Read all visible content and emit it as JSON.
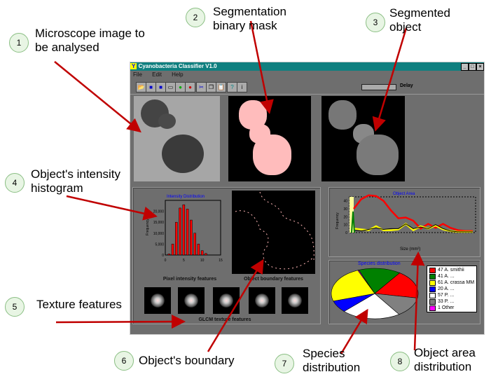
{
  "annotations": [
    {
      "num": "1",
      "text": "Microscope image to be analysed"
    },
    {
      "num": "2",
      "text": "Segmentation binary mask"
    },
    {
      "num": "3",
      "text": "Segmented object"
    },
    {
      "num": "4",
      "text": "Object's intensity histogram"
    },
    {
      "num": "5",
      "text": "Texture features"
    },
    {
      "num": "6",
      "text": "Object's boundary"
    },
    {
      "num": "7",
      "text": "Species distribution"
    },
    {
      "num": "8",
      "text": "Object area distribution"
    }
  ],
  "window": {
    "title": "Cyanobacteria Classifier V1.0",
    "menu": [
      "File",
      "Edit",
      "Help"
    ],
    "delay_label": "Delay"
  },
  "panels": {
    "intensity_caption": "Pixel intensity features",
    "boundary_caption": "Object boundary features",
    "glcm_caption": "GLCM texture features"
  },
  "histogram": {
    "title": "Intensity Distribution",
    "ylabel": "Frequency",
    "yticks": [
      "0",
      "5,000",
      "10,000",
      "15,000",
      "20,000"
    ],
    "xticks": [
      "0",
      "5",
      "10",
      "15"
    ],
    "x": [
      1,
      2,
      3,
      4,
      5,
      6,
      7,
      8,
      9,
      10,
      11
    ],
    "values": [
      500,
      5000,
      15000,
      21500,
      23000,
      21000,
      16000,
      10000,
      5000,
      2000,
      700
    ]
  },
  "area_chart": {
    "title": "Object Area",
    "ylabel": "Frequency",
    "xlabel": "Size (mm²)",
    "yticks": [
      "0",
      "10",
      "20",
      "30",
      "40"
    ],
    "series": [
      {
        "name": "red",
        "color": "#ff0000",
        "values": [
          30,
          42,
          47,
          46,
          40,
          28,
          18,
          19,
          15,
          5,
          11,
          6,
          11,
          6,
          3,
          2,
          2
        ]
      },
      {
        "name": "yellow",
        "color": "#ffff00",
        "values": [
          5,
          4,
          3,
          8,
          3,
          3,
          4,
          11,
          3,
          8,
          5,
          9,
          4,
          2,
          1,
          1,
          1
        ]
      },
      {
        "name": "black",
        "color": "#000000",
        "values": [
          3,
          2,
          4,
          6,
          4,
          5,
          5,
          11,
          5,
          7,
          5,
          10,
          5,
          2,
          1,
          1,
          1
        ]
      }
    ]
  },
  "species": {
    "title": "Species distribution",
    "legend": [
      "47 A. smithii",
      "41 A. ...",
      "61 A. crassa MM",
      "20 A. ...",
      "57 P. ...",
      "33 P. ...",
      "1 Other"
    ],
    "values": [
      47,
      41,
      61,
      20,
      57,
      33,
      1
    ],
    "colors": [
      "#ff0000",
      "#008000",
      "#ffff00",
      "#0000ff",
      "#ffffff",
      "#808080",
      "#ff00ff"
    ]
  }
}
